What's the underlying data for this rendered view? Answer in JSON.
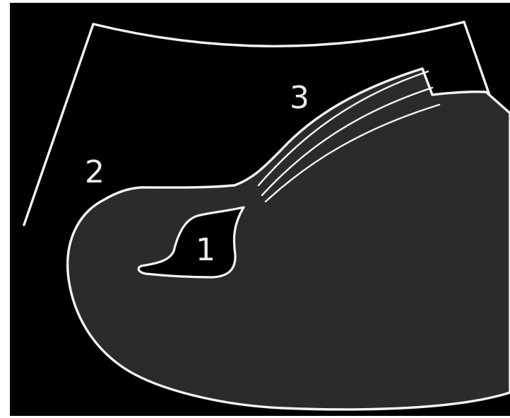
{
  "diagram": {
    "colors": {
      "background": "#000000",
      "organ_fill": "#2b2b2b",
      "stroke": "#f4f4f4",
      "label": "#ececec",
      "page_border": "#ffffff"
    },
    "labels": {
      "lesion": "1",
      "surrounding_region": "2",
      "radiating_lines": "3"
    }
  }
}
